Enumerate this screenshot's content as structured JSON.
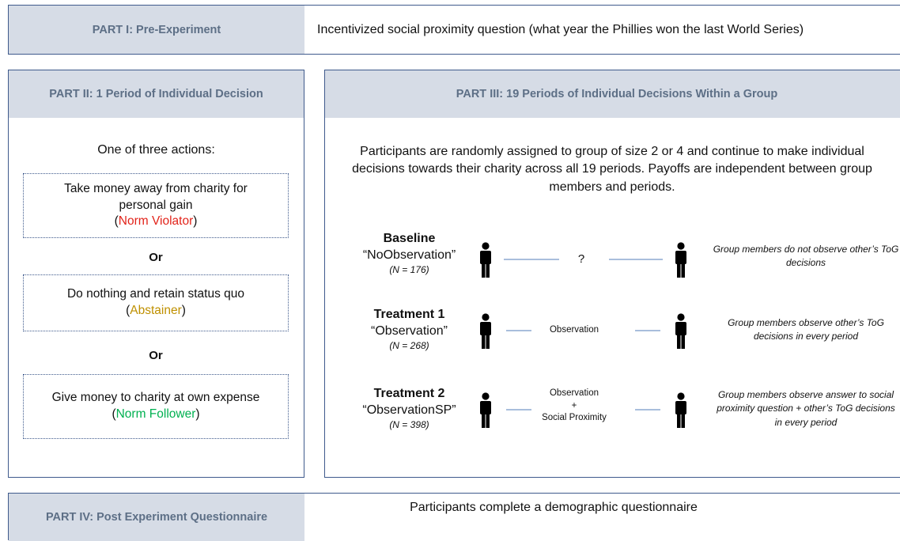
{
  "part1": {
    "header": "PART I: Pre-Experiment",
    "text": "Incentivized social proximity question (what year the Phillies won the last World Series)"
  },
  "part2": {
    "header": "PART II: 1 Period of Individual Decision",
    "intro": "One of three actions:",
    "or_label": "Or",
    "actions": [
      {
        "line1": "Take money away from charity for",
        "line2": "personal gain",
        "role": "Norm Violator",
        "role_color": "#e2231a"
      },
      {
        "line1": "Do nothing and retain status quo",
        "line2": "",
        "role": "Abstainer",
        "role_color": "#bf9000"
      },
      {
        "line1": "Give money to charity at own expense",
        "line2": "",
        "role": "Norm Follower",
        "role_color": "#00b050"
      }
    ]
  },
  "part3": {
    "header": "PART III: 19 Periods of Individual Decisions Within a Group",
    "intro": "Participants are randomly assigned to group of size 2 or 4 and continue to make individual decisions towards their charity across all 19 periods. Payoffs are independent between group members and periods.",
    "conditions": [
      {
        "title": "Baseline",
        "name": "“NoObservation”",
        "n": "(N = 176)",
        "mid1": "?",
        "mid2": "",
        "mid3": "",
        "desc": "Group members do not observe other’s ToG decisions"
      },
      {
        "title": "Treatment 1",
        "name": "“Observation”",
        "n": "(N = 268)",
        "mid1": "Observation",
        "mid2": "",
        "mid3": "",
        "desc": "Group members observe other’s ToG decisions in every period"
      },
      {
        "title": "Treatment 2",
        "name": "“ObservationSP”",
        "n": "(N = 398)",
        "mid1": "Observation",
        "mid2": "+",
        "mid3": "Social Proximity",
        "desc": "Group members observe answer to social proximity question + other’s ToG decisions in every period"
      }
    ]
  },
  "part4": {
    "header": "PART IV: Post Experiment Questionnaire",
    "text": "Participants complete a demographic questionnaire"
  },
  "icons": {
    "person": "person-icon",
    "person_color": "#000000"
  }
}
